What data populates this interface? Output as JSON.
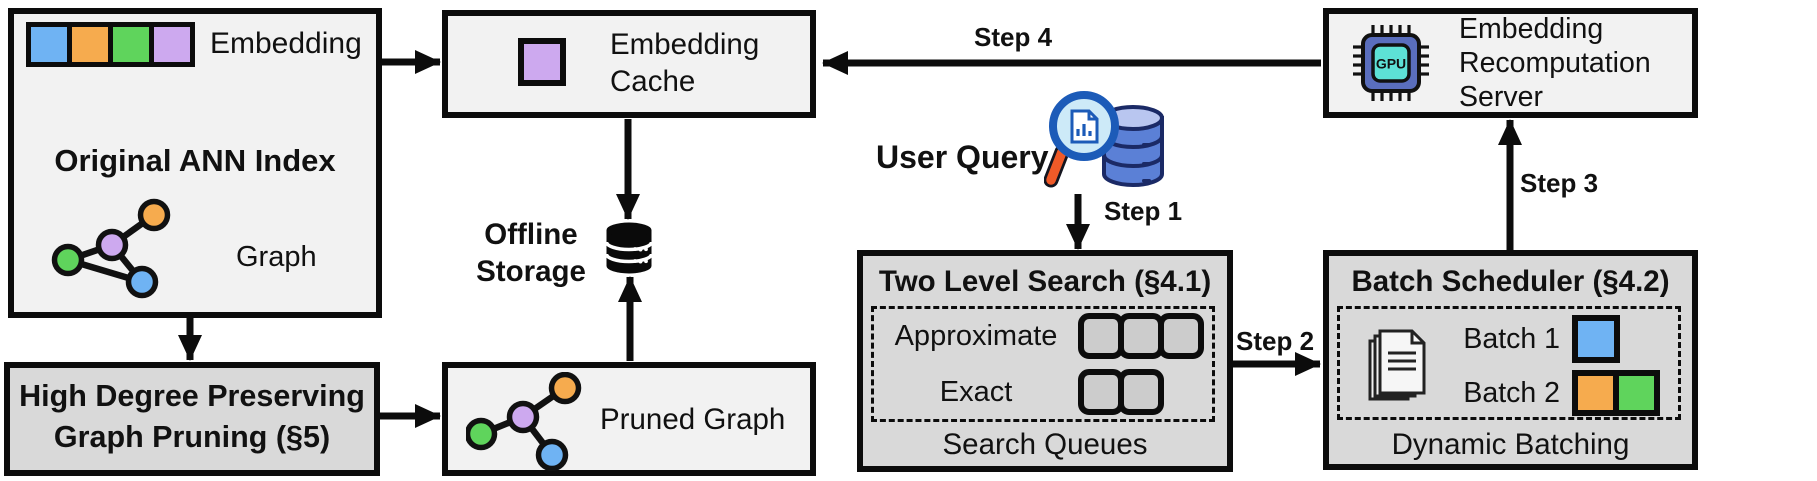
{
  "colors": {
    "blue": "#6fb3f3",
    "orange": "#f6ab4e",
    "green": "#5fd45c",
    "purple": "#cda9ef",
    "box-light": "#f2f2f2",
    "box-dark": "#d9d9d9",
    "queue-fill": "#cccccc",
    "line": "#0c0c0c",
    "gpu-outer": "#5a6ebd",
    "gpu-inner": "#5de1d6",
    "db-blue": "#5b80d6",
    "db-blue-top": "#b9c6f0",
    "db-outline": "#1b2a66",
    "lens-fill": "#cdeaf8",
    "lens-rim": "#1c5bb8",
    "handle-orange": "#ef5a28"
  },
  "original_ann": {
    "embedding_label": "Embedding",
    "title": "Original ANN Index",
    "graph_label": "Graph"
  },
  "high_degree": {
    "line1": "High Degree Preserving",
    "line2": "Graph Pruning (§5)"
  },
  "embedding_cache": {
    "line1": "Embedding",
    "line2": "Cache"
  },
  "offline_storage": {
    "line1": "Offline",
    "line2": "Storage"
  },
  "pruned_graph": {
    "label": "Pruned Graph"
  },
  "user_query": {
    "label": "User Query"
  },
  "two_level_search": {
    "title": "Two Level Search (§4.1)",
    "approximate_label": "Approximate",
    "exact_label": "Exact",
    "caption": "Search Queues"
  },
  "batch_scheduler": {
    "title": "Batch Scheduler (§4.2)",
    "batch1_label": "Batch 1",
    "batch2_label": "Batch 2",
    "caption": "Dynamic Batching"
  },
  "recomputation_server": {
    "line1": "Embedding",
    "line2": "Recomputation",
    "line3": "Server"
  },
  "gpu_chip": {
    "label": "GPU"
  },
  "steps": {
    "step1": "Step 1",
    "step2": "Step 2",
    "step3": "Step 3",
    "step4": "Step 4"
  }
}
